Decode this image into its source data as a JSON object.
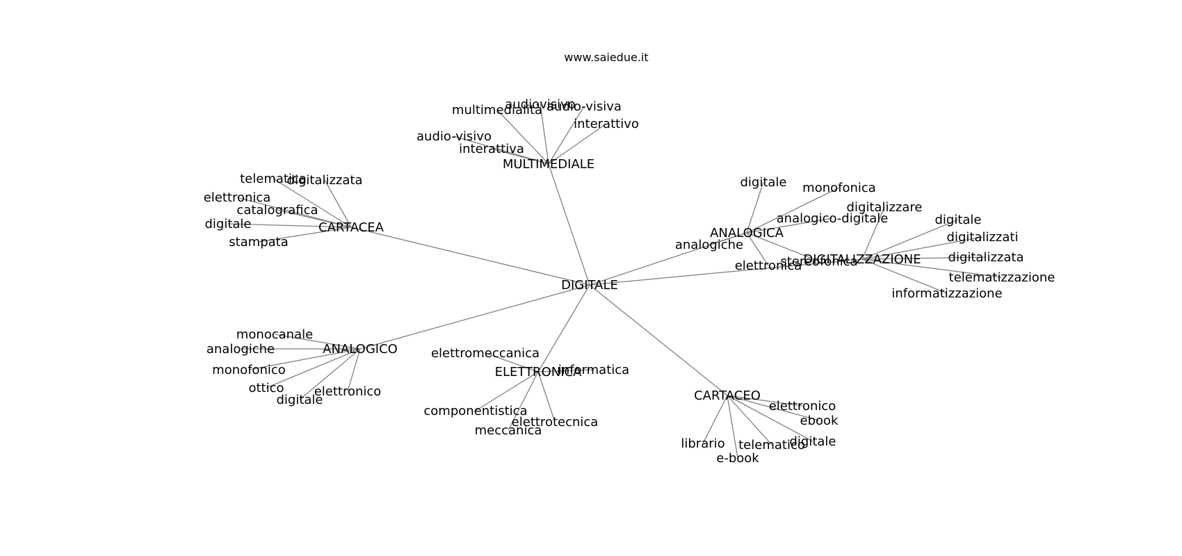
{
  "site": "www.saiedue.it",
  "root": "DIGITALE",
  "hubs": [
    {
      "id": "cartacea",
      "label": "CARTACEA",
      "leaves": [
        "telematica",
        "digitalizzata",
        "elettronica",
        "catalografica",
        "digitale",
        "stampata"
      ]
    },
    {
      "id": "multimediale",
      "label": "MULTIMEDIALE",
      "leaves": [
        "multimedialità",
        "audiovisivo",
        "audio-visiva",
        "interattivo",
        "audio-visivo",
        "interattiva"
      ]
    },
    {
      "id": "analogica",
      "label": "ANALOGICA",
      "leaves": [
        "digitale",
        "monofonica",
        "analogico-digitale",
        "analogiche",
        "elettronica",
        "stereofonica"
      ]
    },
    {
      "id": "digitalizzazione",
      "label": "DIGITALIZZAZIONE",
      "leaves": [
        "digitalizzare",
        "digitale",
        "digitalizzati",
        "digitalizzata",
        "telematizzazione",
        "informatizzazione"
      ]
    },
    {
      "id": "analogico",
      "label": "ANALOGICO",
      "leaves": [
        "monocanale",
        "analogiche",
        "monofonico",
        "ottico",
        "digitale",
        "elettronico"
      ]
    },
    {
      "id": "elettronica",
      "label": "ELETTRONICA",
      "leaves": [
        "elettromeccanica",
        "informatica",
        "componentistica",
        "elettrotecnica",
        "meccanica"
      ]
    },
    {
      "id": "cartaceo",
      "label": "CARTACEO",
      "leaves": [
        "elettronico",
        "ebook",
        "digitale",
        "telematico",
        "e-book",
        "librario"
      ]
    }
  ]
}
